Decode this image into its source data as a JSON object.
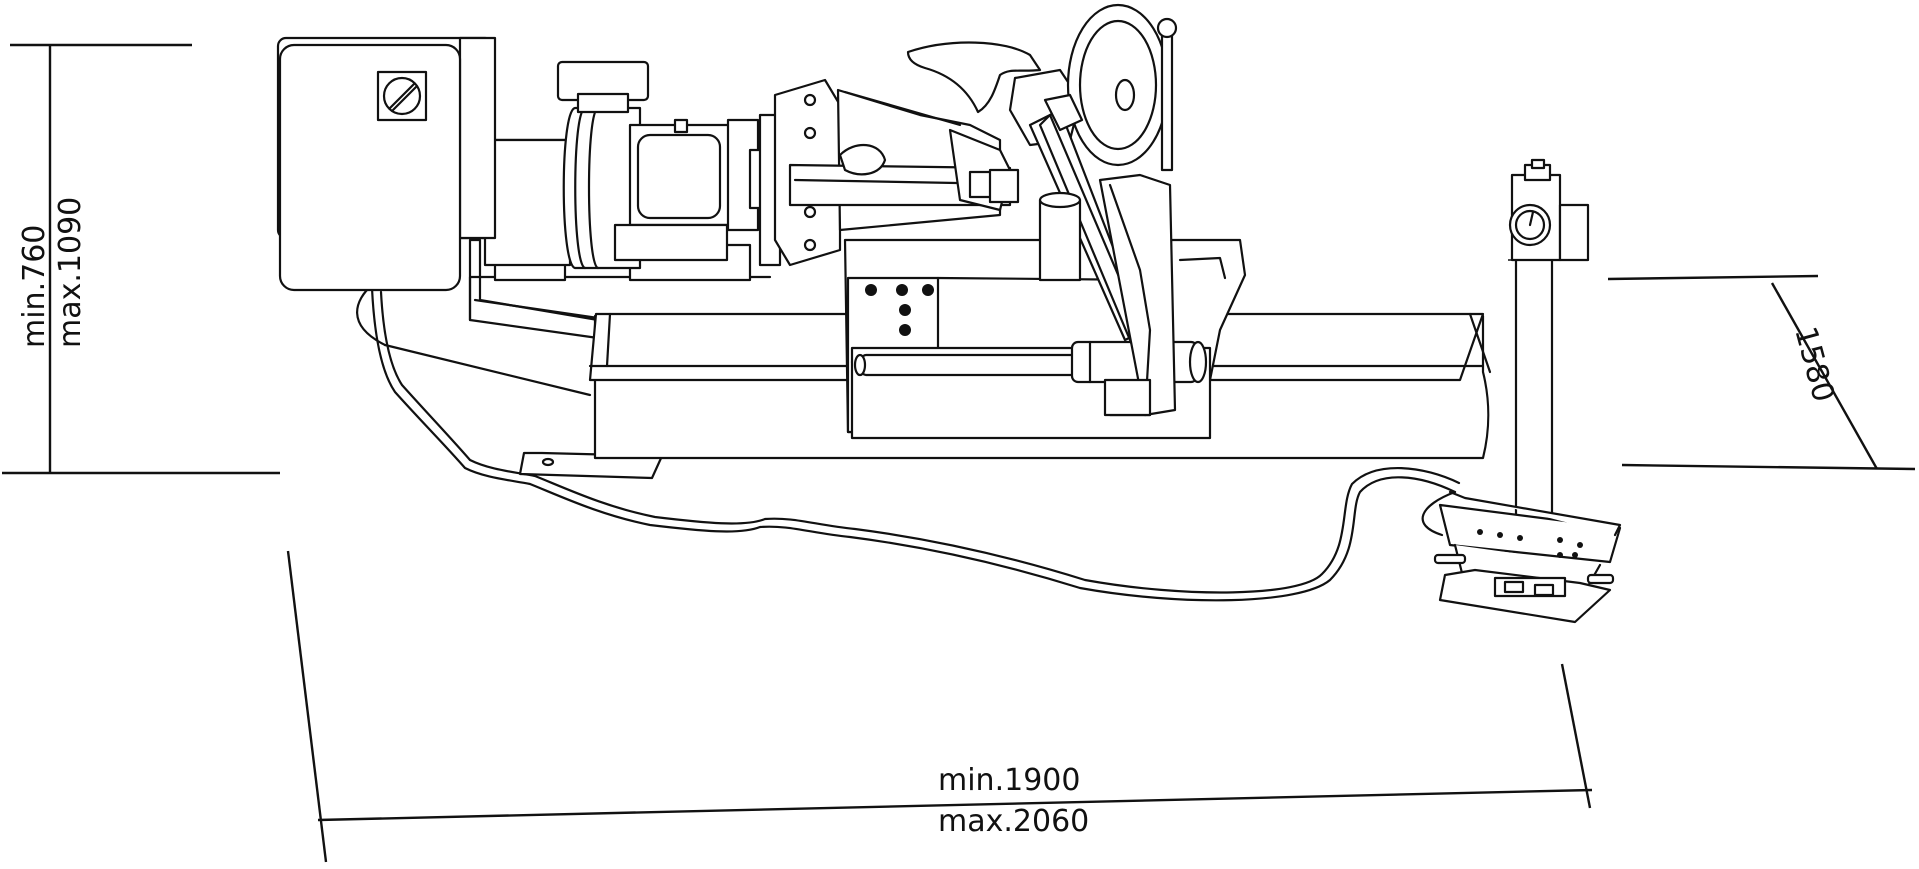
{
  "dimensions": {
    "height_min": "min.760",
    "height_max": "max.1090",
    "depth": "1580",
    "length_min": "min.1900",
    "length_max": "max.2060"
  },
  "colors": {
    "line": "#111111",
    "background": "#ffffff"
  }
}
